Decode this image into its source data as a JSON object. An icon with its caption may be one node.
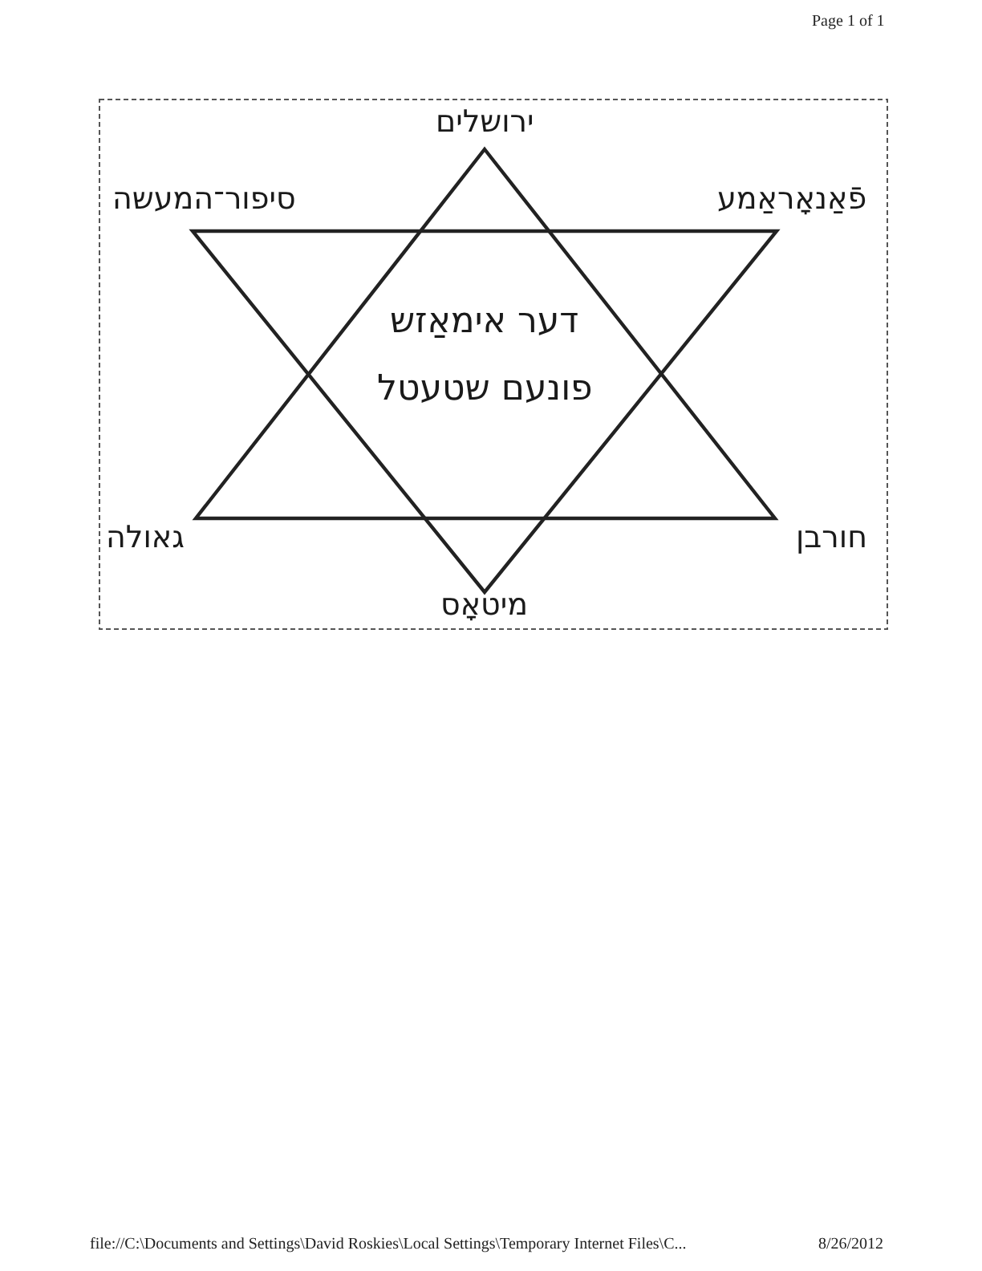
{
  "diagram": {
    "labels": [
      "Page 1 of 1",
      "ירושלים",
      "סיפור־המעשה",
      "פֿאַנאָראַמע",
      "דער אימאַזש",
      "פונעם שטעטל",
      "גאולה",
      "חורבן",
      "מיטאָס",
      "file://C:\\Documents and Settings\\David Roskies\\Local Settings\\Temporary Internet Files\\C...",
      "8/26/2012"
    ]
  }
}
